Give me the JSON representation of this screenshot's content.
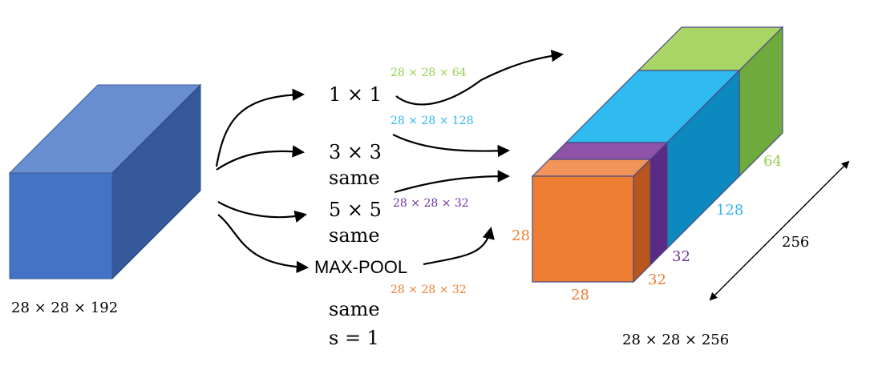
{
  "input": {
    "dims_label": "28 × 28 × 192"
  },
  "branches": [
    {
      "op": "1 × 1",
      "sub": "",
      "out_label": "28 × 28 × 64",
      "color": "#92d050"
    },
    {
      "op": "3 × 3",
      "sub": "same",
      "out_label": "28 × 28 × 128",
      "color": "#2fb5ee"
    },
    {
      "op": "5 × 5",
      "sub": "same",
      "out_label": "28 × 28 × 32",
      "color": "#7030a0"
    },
    {
      "op": "MAX-POOL",
      "sub": "",
      "out_label": "28 × 28 × 32",
      "color": "#ed7d31"
    }
  ],
  "pool_params": {
    "line1": "same",
    "line2": "s = 1"
  },
  "output": {
    "dims_label": "28 × 28 × 256",
    "height_label": "28",
    "width_label": "28",
    "depth_label": "256",
    "slice_labels": [
      "32",
      "32",
      "128",
      "64"
    ]
  },
  "colors": {
    "input_front": "#4472c4",
    "input_top": "#6a8fd0",
    "input_side": "#36599c",
    "arrow": "#000000"
  }
}
